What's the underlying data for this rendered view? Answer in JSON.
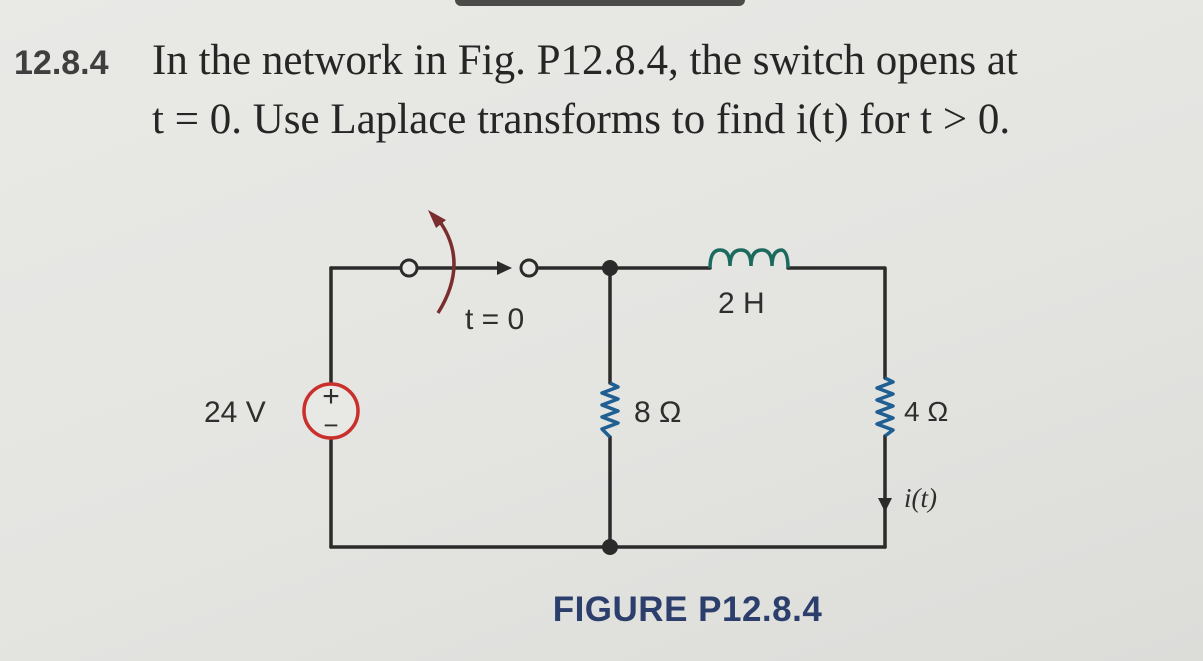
{
  "problem": {
    "number": "12.8.4",
    "line1": "In the network in Fig. P12.8.4, the switch opens at",
    "line2": "t = 0. Use Laplace transforms to find i(t) for t > 0."
  },
  "circuit": {
    "source_label": "24 V",
    "source_plus": "+",
    "source_minus": "−",
    "switch_label": "t = 0",
    "inductor_label": "2 H",
    "resistor_mid_label": "8 Ω",
    "resistor_right_label": "4 Ω",
    "current_label": "i(t)"
  },
  "figure": {
    "caption": "FIGURE P12.8.4"
  }
}
